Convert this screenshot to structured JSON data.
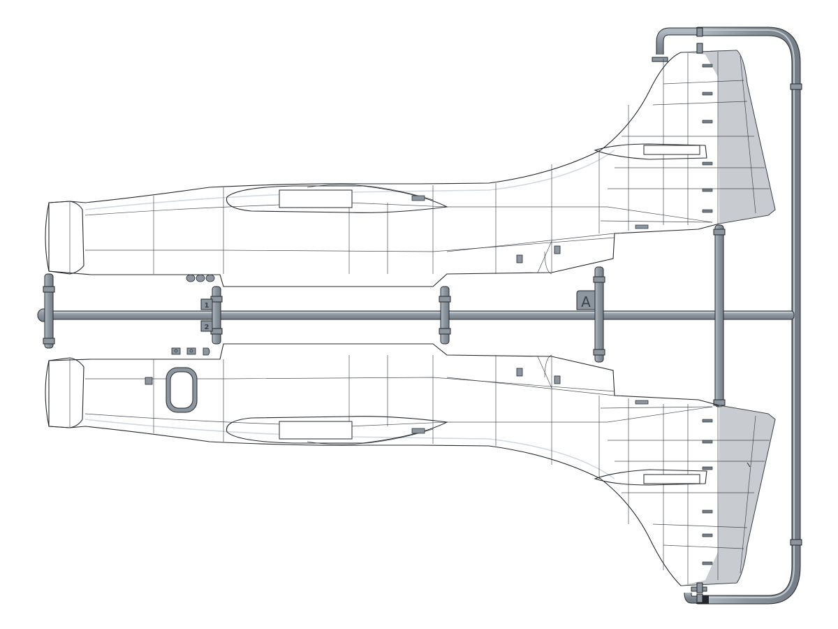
{
  "sprue": {
    "letter": "A",
    "part_labels": [
      "1",
      "2"
    ]
  },
  "colors": {
    "plastic": "#8d969f",
    "plastic_light": "#a4adb6",
    "plastic_dark": "#6f7880",
    "outline": "#23272b",
    "background": "#ffffff"
  }
}
